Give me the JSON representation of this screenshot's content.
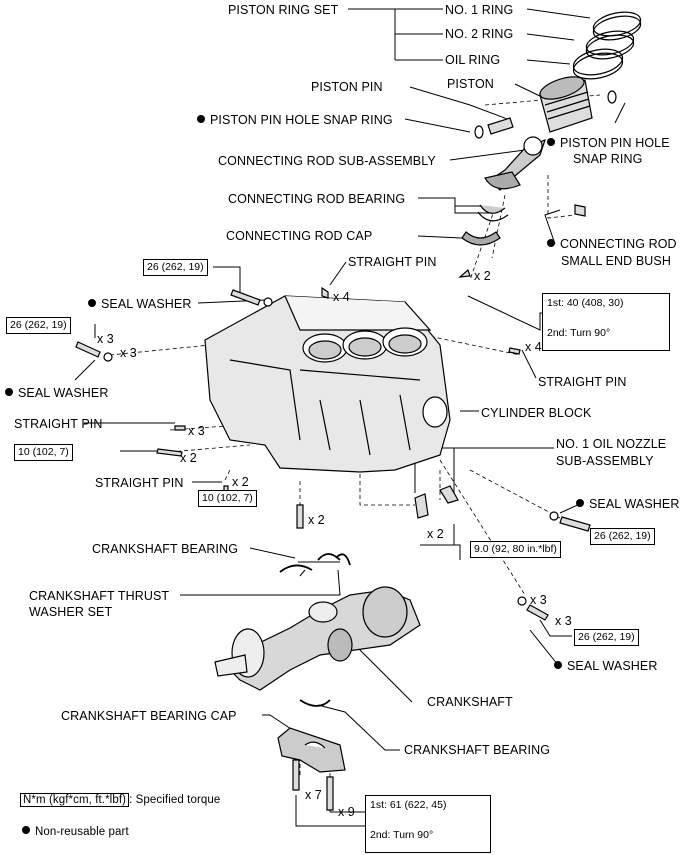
{
  "labels": {
    "piston_ring_set": "PISTON RING SET",
    "no1_ring": "NO. 1 RING",
    "no2_ring": "NO. 2 RING",
    "oil_ring": "OIL RING",
    "piston_pin": "PISTON PIN",
    "piston": "PISTON",
    "snap_ring_left": "PISTON PIN HOLE SNAP RING",
    "snap_ring_right_1": "PISTON PIN HOLE",
    "snap_ring_right_2": "SNAP RING",
    "conrod_sub": "CONNECTING ROD SUB-ASSEMBLY",
    "conrod_bearing": "CONNECTING ROD BEARING",
    "conrod_cap": "CONNECTING ROD CAP",
    "small_end_bush_1": "CONNECTING ROD",
    "small_end_bush_2": "SMALL END BUSH",
    "straight_pin_top": "STRAIGHT PIN",
    "seal_washer_top": "SEAL WASHER",
    "seal_washer_left": "SEAL WASHER",
    "straight_pin_right": "STRAIGHT PIN",
    "cylinder_block": "CYLINDER BLOCK",
    "straight_pin_left": "STRAIGHT PIN",
    "oil_nozzle_1": "NO. 1 OIL NOZZLE",
    "oil_nozzle_2": "SUB-ASSEMBLY",
    "straight_pin_bottom": "STRAIGHT PIN",
    "seal_washer_right": "SEAL WASHER",
    "crank_bearing_top": "CRANKSHAFT BEARING",
    "thrust_washer_1": "CRANKSHAFT THRUST",
    "thrust_washer_2": "WASHER SET",
    "seal_washer_bottom": "SEAL WASHER",
    "crankshaft": "CRANKSHAFT",
    "crank_bearing_cap": "CRANKSHAFT BEARING CAP",
    "crank_bearing_bottom": "CRANKSHAFT BEARING"
  },
  "torques": {
    "t_26_a": "26 (262, 19)",
    "t_26_b": "26 (262, 19)",
    "t_10_a": "10 (102, 7)",
    "t_10_b": "10 (102, 7)",
    "t_26_c": "26 (262, 19)",
    "t_9": "9.0 (92, 80 in.*lbf)",
    "t_26_d": "26 (262, 19)",
    "conrod_1st": "1st: 40 (408, 30)",
    "conrod_2nd": "2nd: Turn 90°",
    "main_1st": "1st: 61 (622, 45)",
    "main_2nd": "2nd: Turn 90°"
  },
  "quantities": {
    "q_x2_conrod": "x 2",
    "q_x4_pin_top": "x 4",
    "q_x3_a": "x 3",
    "q_x3_b": "x 3",
    "q_x4_pin_right": "x 4",
    "q_x3_pin_left": "x 3",
    "q_x2_bolt_left": "x 2",
    "q_x2_pin_bottom": "x 2",
    "q_x2_bolt_bottom": "x 2",
    "q_x2_nozzle": "x 2",
    "q_x3_c": "x 3",
    "q_x3_d": "x 3",
    "q_x7": "x 7",
    "q_x9": "x 9"
  },
  "legend": {
    "torque_box": "N*m (kgf*cm, ft.*lbf)",
    "torque_text": ": Specified torque",
    "non_reusable": "Non-reusable part"
  }
}
